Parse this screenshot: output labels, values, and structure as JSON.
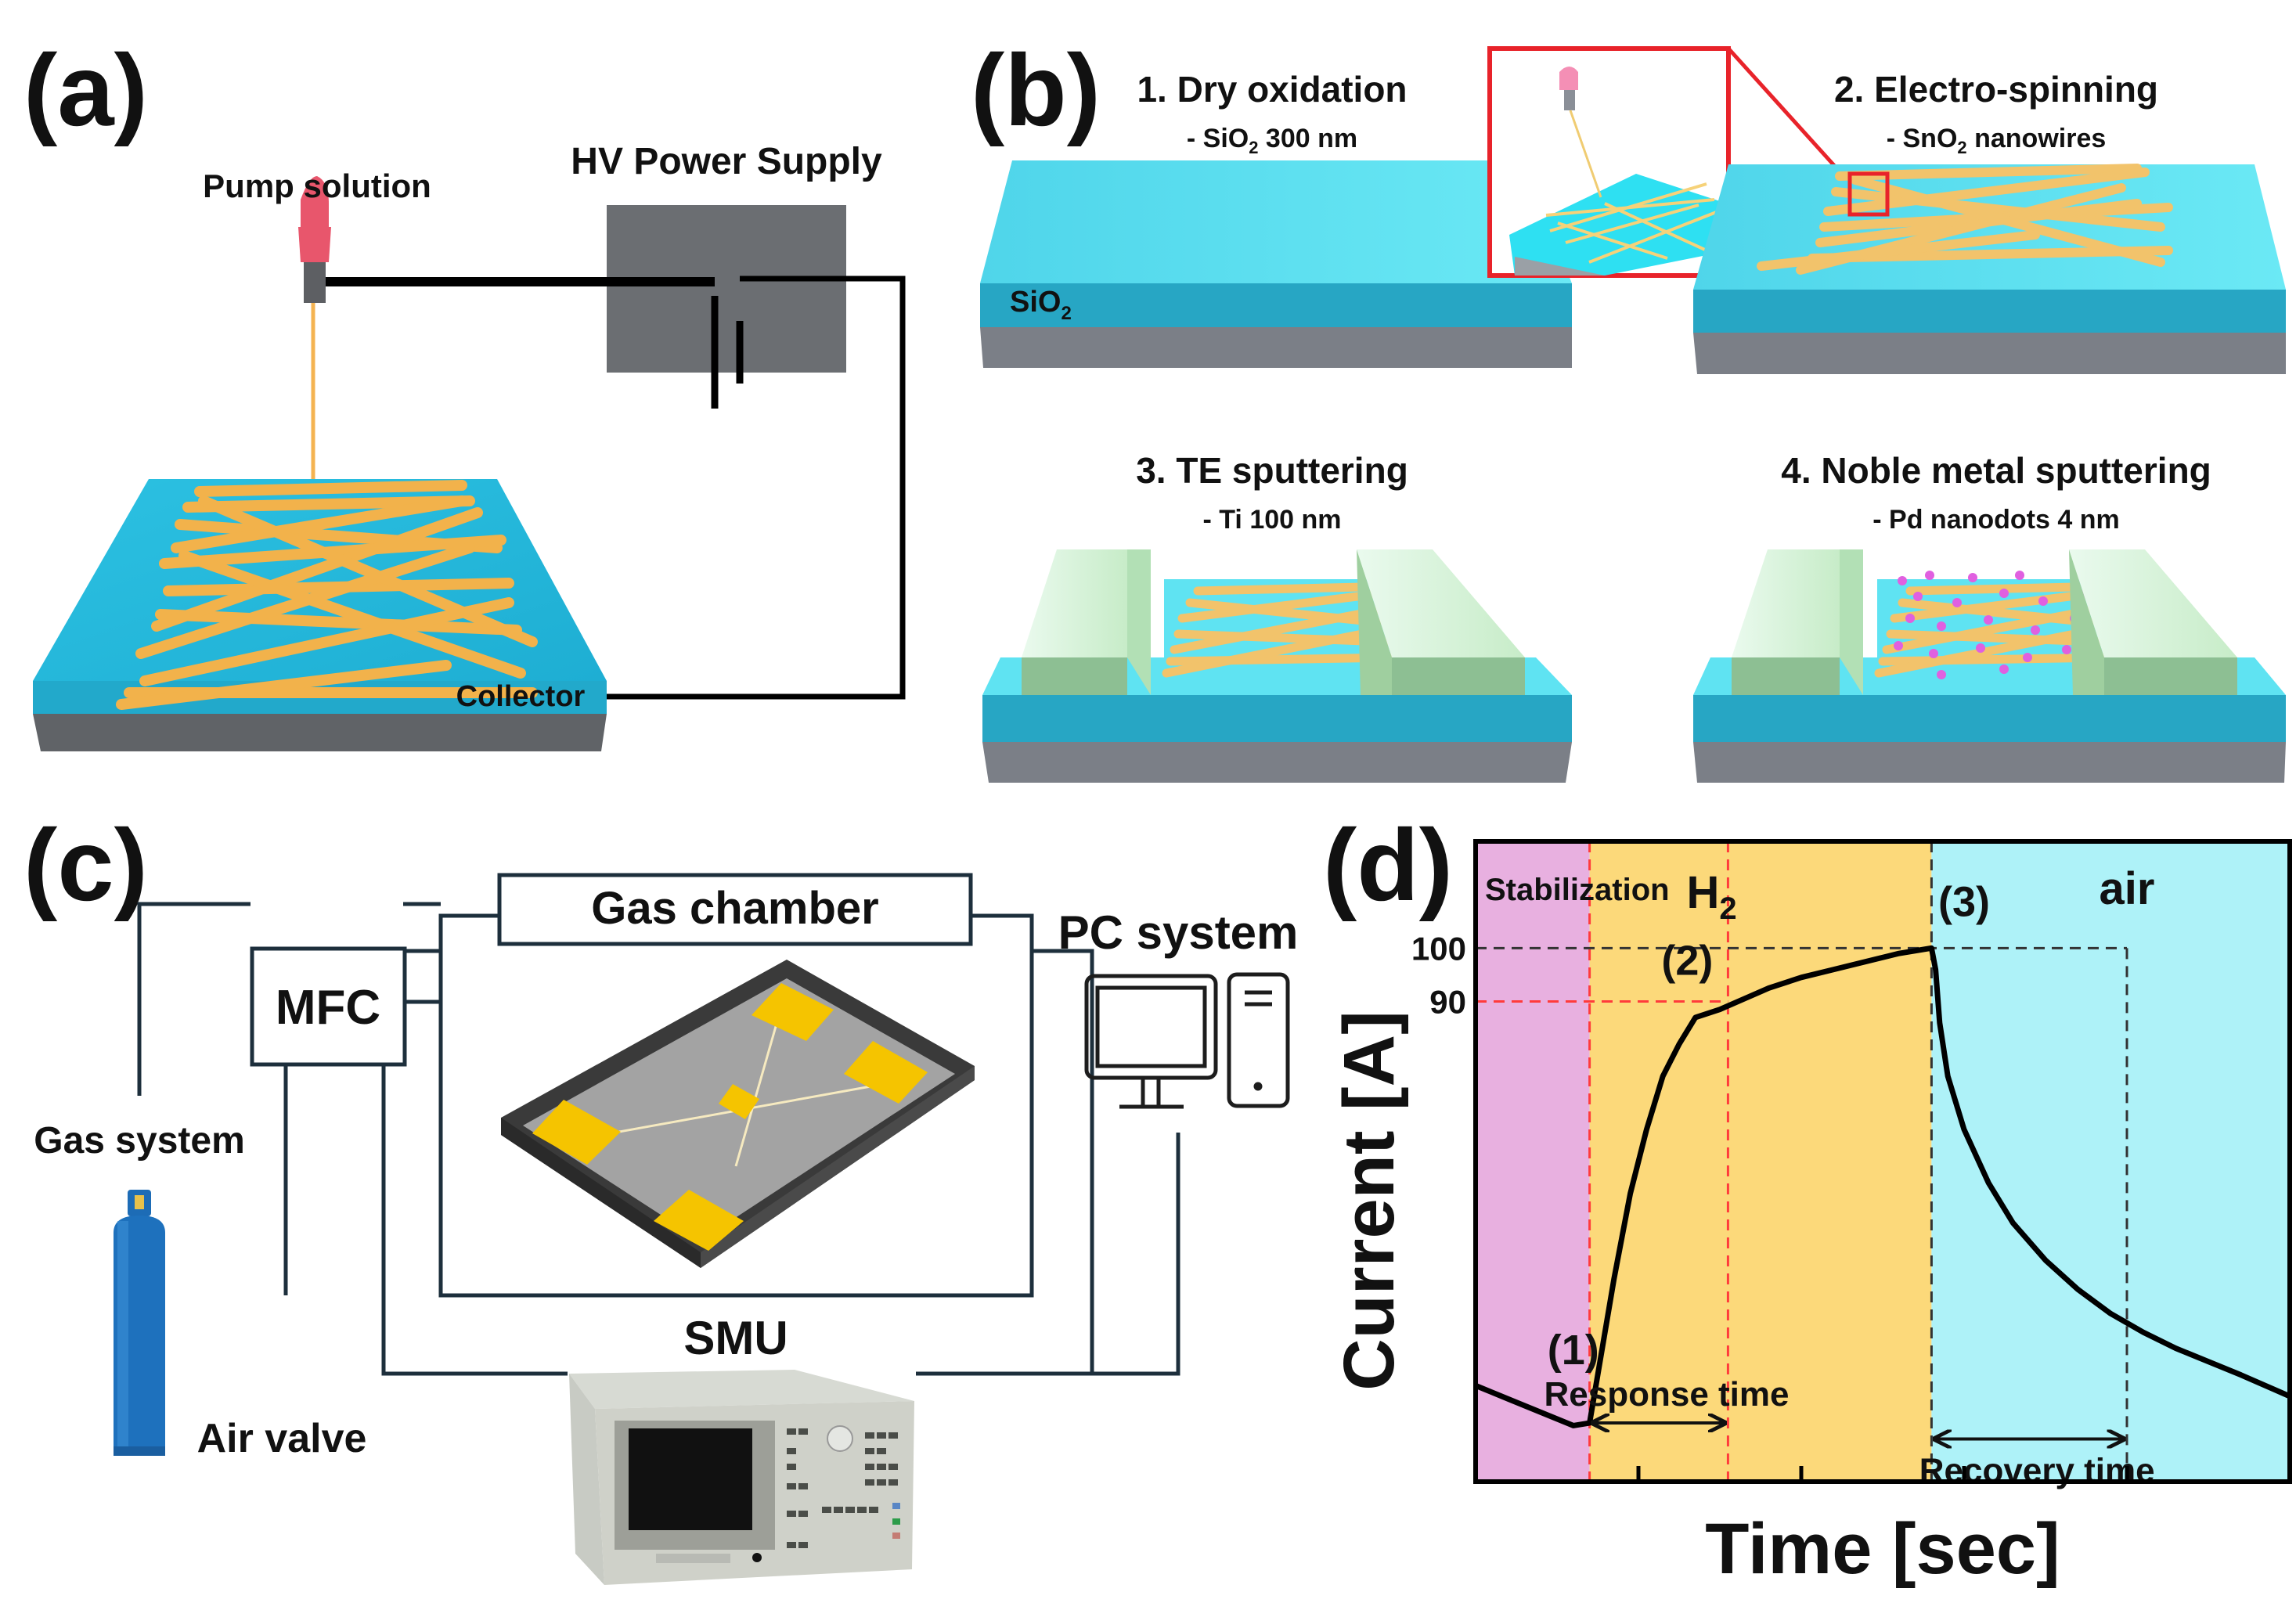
{
  "panels": {
    "a": {
      "label": "(a)",
      "pump_label": "Pump solution",
      "hv_label": "HV Power Supply",
      "collector_label": "Collector"
    },
    "b": {
      "label": "(b)",
      "steps": [
        {
          "title": "1. Dry oxidation",
          "subtitle_prefix": "- SiO",
          "subtitle_sub": "2",
          "subtitle_suffix": " 300 nm",
          "layer_label": "SiO",
          "layer_label_sub": "2"
        },
        {
          "title": "2. Electro-spinning",
          "subtitle_prefix": "- SnO",
          "subtitle_sub": "2",
          "subtitle_suffix": " nanowires"
        },
        {
          "title": "3. TE sputtering",
          "subtitle": "- Ti 100 nm"
        },
        {
          "title": "4. Noble metal sputtering",
          "subtitle": "- Pd nanodots 4 nm"
        }
      ]
    },
    "c": {
      "label": "(c)",
      "gas_chamber": "Gas chamber",
      "mfc": "MFC",
      "pc_system": "PC system",
      "gas_system": "Gas system",
      "air_valve": "Air valve",
      "smu": "SMU"
    },
    "d": {
      "label": "(d)"
    }
  },
  "colors": {
    "substrate_top": "#5fe3f2",
    "substrate_front": "#27a8c6",
    "silicon": "#7b7f87",
    "nanowire": "#f2c36b",
    "electrode": "#a9dbb0",
    "electrode_front": "#8dbf93",
    "pd_dot": "#e060e0",
    "inset_red": "#e8232a",
    "pad_gold": "#f5c400",
    "stabilization": "#e8b0e0",
    "h2": "#fcd97a",
    "air": "#aef2f8"
  },
  "chart_data": {
    "type": "line",
    "title": "",
    "xlabel": "Time [sec]",
    "ylabel": "Current [A]",
    "ytick_labels": [
      "100",
      "90"
    ],
    "yticks": [
      100,
      90
    ],
    "ylim": [
      0,
      120
    ],
    "xlim": [
      0,
      100
    ],
    "xticks_unlabeled": [
      20,
      40,
      60,
      80
    ],
    "grid": false,
    "regions": [
      {
        "name": "Stabilization",
        "label": "Stabilization",
        "x": [
          0,
          14
        ]
      },
      {
        "name": "H2",
        "label": "H",
        "label_sub": "2",
        "x": [
          14,
          56
        ]
      },
      {
        "name": "air",
        "label": "air",
        "x": [
          56,
          100
        ]
      }
    ],
    "series": [
      {
        "name": "current",
        "x": [
          0,
          4,
          8,
          12,
          14,
          15,
          17,
          19,
          21,
          23,
          25,
          27,
          30,
          33,
          36,
          40,
          44,
          48,
          52,
          56,
          56.5,
          57,
          58,
          60,
          63,
          66,
          70,
          74,
          78,
          82,
          86,
          90,
          94,
          100
        ],
        "y": [
          18,
          15.5,
          13,
          10.5,
          11,
          20,
          38,
          54,
          66,
          76,
          82,
          87,
          88.5,
          90.5,
          92.5,
          94.5,
          96,
          97.5,
          99,
          100,
          96,
          86,
          76,
          66,
          56,
          48.5,
          41.5,
          36,
          31.5,
          28,
          25,
          22.5,
          20,
          16
        ]
      }
    ],
    "annotations": [
      {
        "text": "(1)",
        "x": 12,
        "y": 22
      },
      {
        "text": "(2)",
        "x": 26,
        "y": 95
      },
      {
        "text": "(3)",
        "x": 60,
        "y": 106
      },
      {
        "text": "Response time",
        "from_x": 14,
        "to_x": 31,
        "y": 11
      },
      {
        "text": "Recovery time",
        "from_x": 56,
        "to_x": 80,
        "y": 8
      }
    ],
    "reference_lines": [
      {
        "axis": "y",
        "value": 100,
        "from_x": 0,
        "to_x": 80,
        "color": "#333333",
        "style": "dashed"
      },
      {
        "axis": "y",
        "value": 90,
        "from_x": 0,
        "to_x": 31,
        "color": "#ff3b3b",
        "style": "dashed"
      },
      {
        "axis": "x",
        "value": 14,
        "color": "#ff3b3b",
        "style": "dashed"
      },
      {
        "axis": "x",
        "value": 31,
        "color": "#ff3b3b",
        "style": "dashed"
      },
      {
        "axis": "x",
        "value": 56,
        "color": "#333333",
        "style": "dashed"
      },
      {
        "axis": "x",
        "value": 80,
        "from_y": 0,
        "to_y": 100,
        "color": "#333333",
        "style": "dashed"
      }
    ]
  }
}
